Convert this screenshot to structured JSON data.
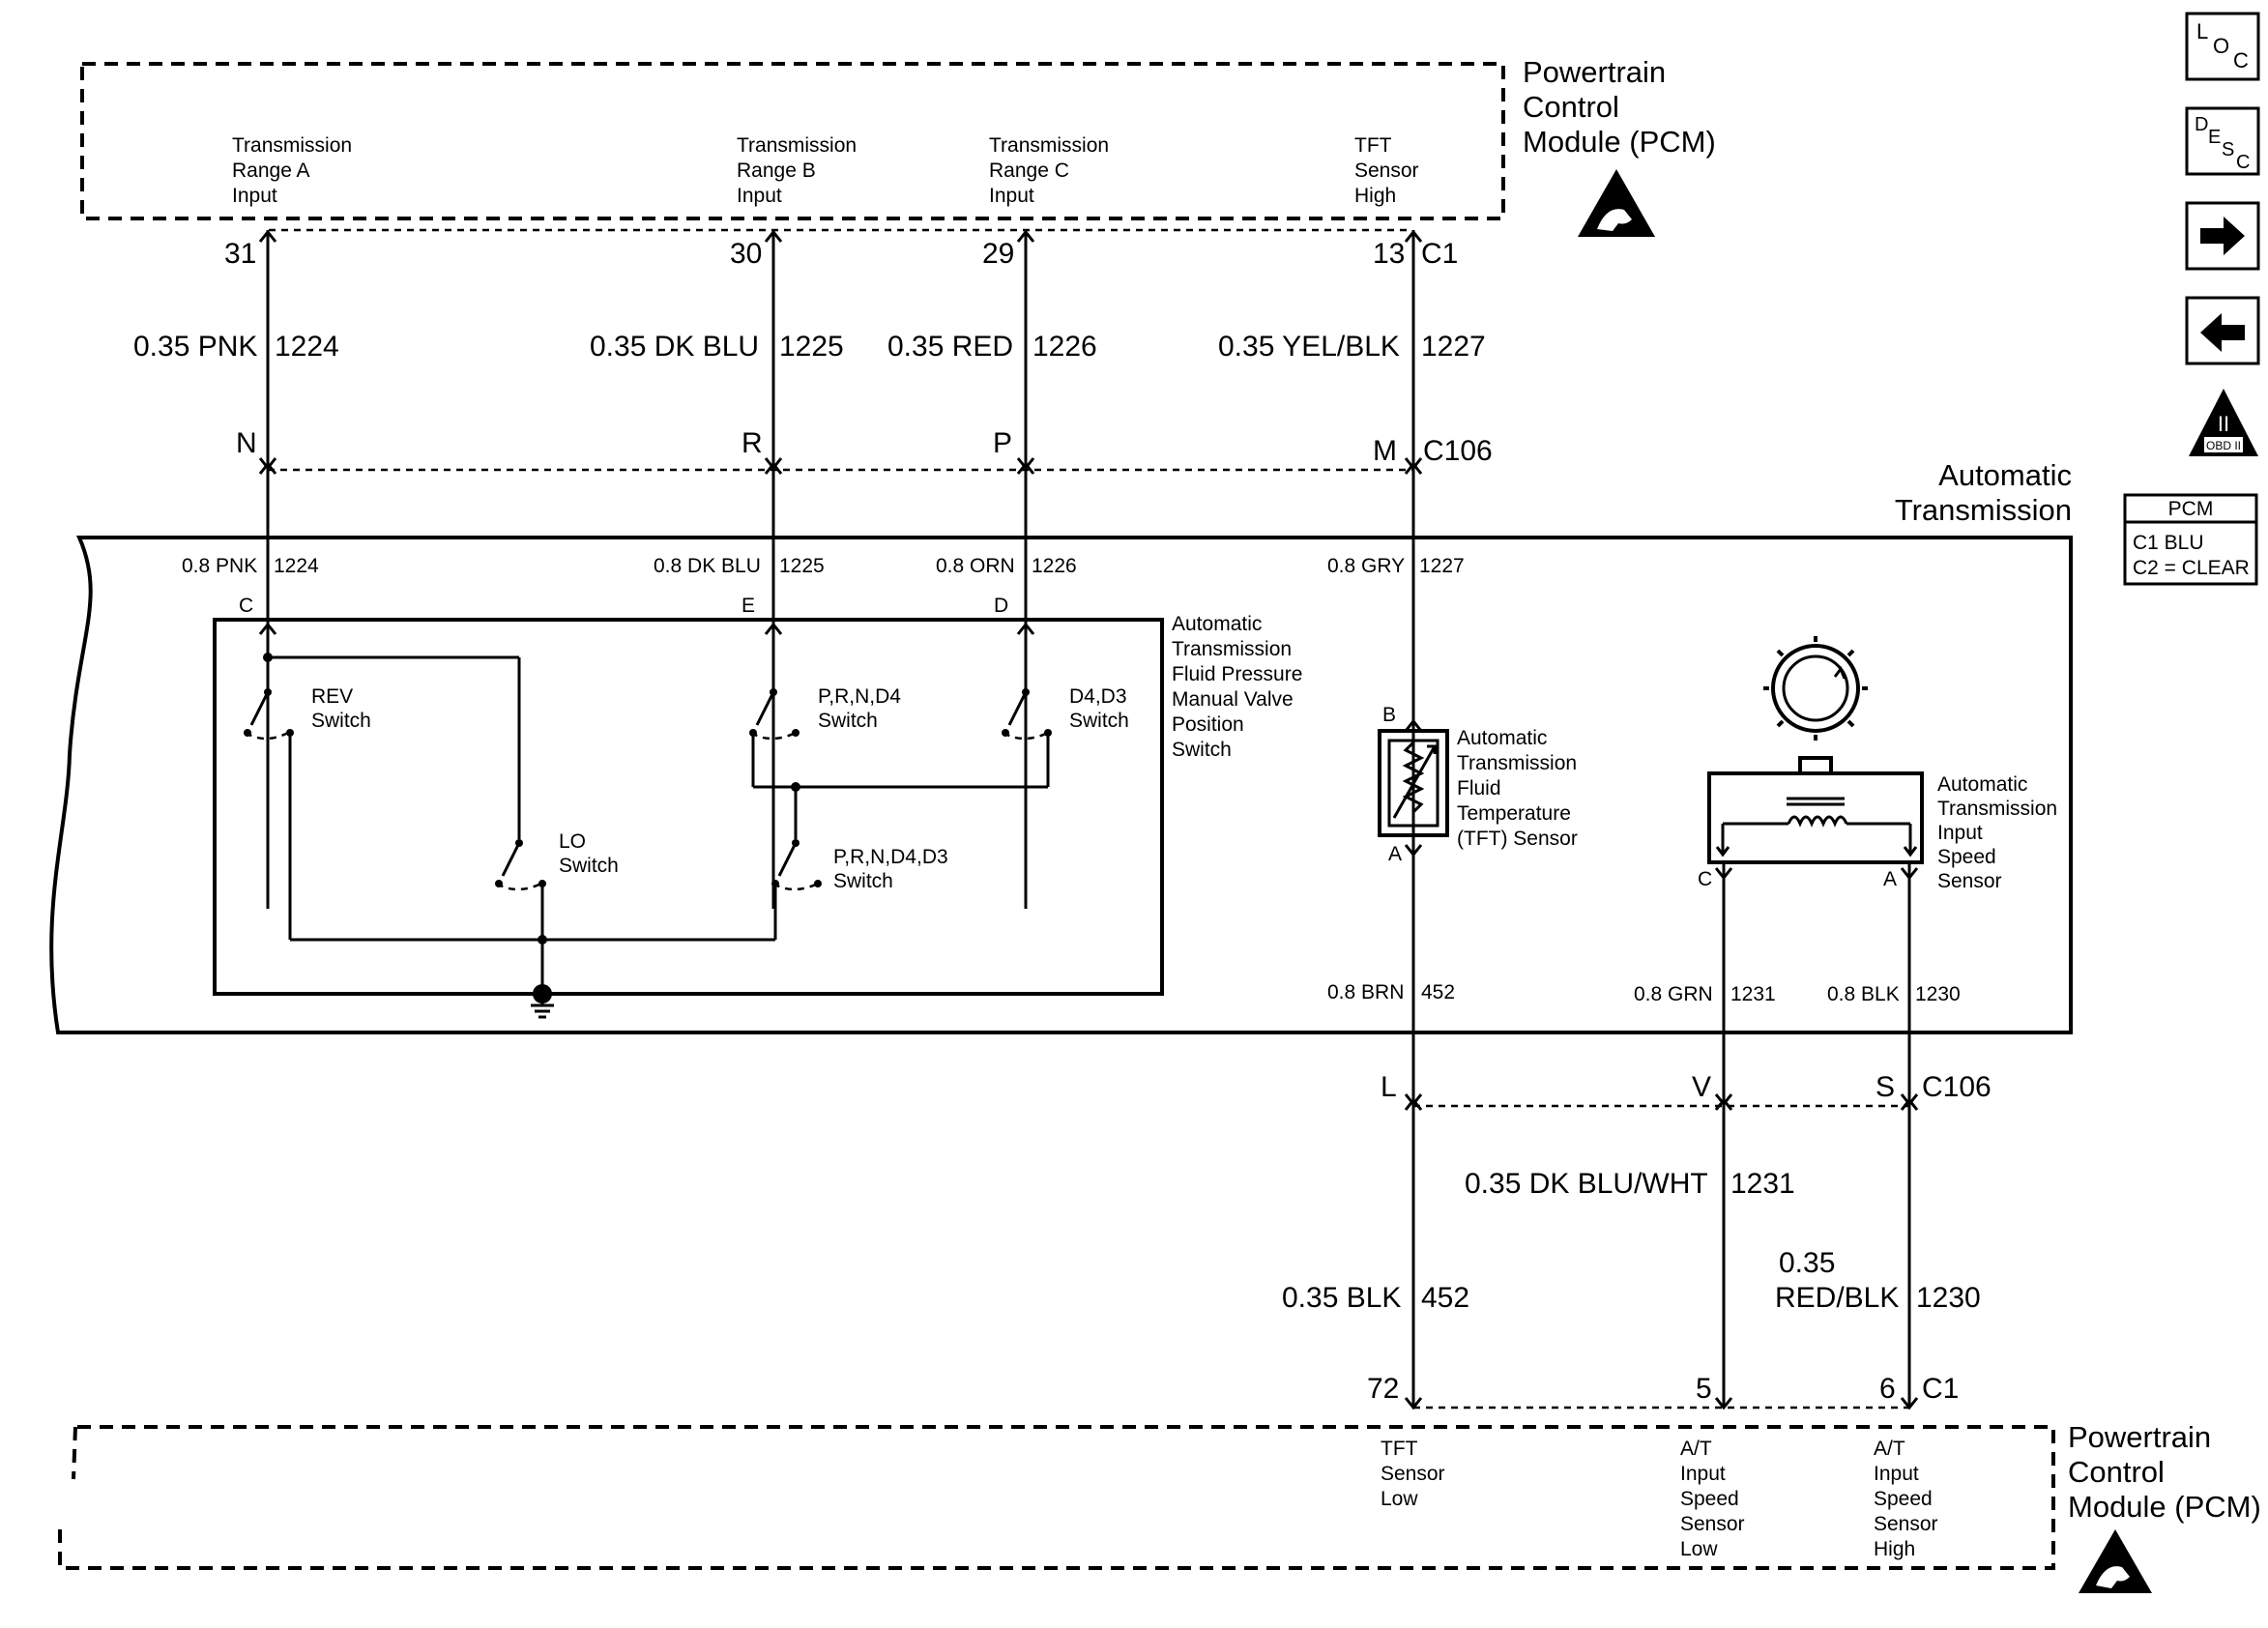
{
  "pcm_top": {
    "title": [
      "Powertrain",
      "Control",
      "Module (PCM)"
    ],
    "pins": [
      {
        "label": [
          "Transmission",
          "Range A",
          "Input"
        ],
        "pin": "31",
        "wire": "0.35 PNK",
        "circuit": "1224",
        "c106": "N"
      },
      {
        "label": [
          "Transmission",
          "Range B",
          "Input"
        ],
        "pin": "30",
        "wire": "0.35 DK BLU",
        "circuit": "1225",
        "c106": "R"
      },
      {
        "label": [
          "Transmission",
          "Range C",
          "Input"
        ],
        "pin": "29",
        "wire": "0.35 RED",
        "circuit": "1226",
        "c106": "P"
      },
      {
        "label": [
          "TFT",
          "Sensor",
          "High"
        ],
        "pin": "13",
        "wire": "0.35 YEL/BLK",
        "circuit": "1227",
        "c106": "M"
      }
    ],
    "connector": "C1",
    "c106_label": "C106"
  },
  "transmission": {
    "title": [
      "Automatic",
      "Transmission"
    ],
    "wires": [
      {
        "wire": "0.8 PNK",
        "circuit": "1224",
        "pin": "C"
      },
      {
        "wire": "0.8 DK BLU",
        "circuit": "1225",
        "pin": "E"
      },
      {
        "wire": "0.8 ORN",
        "circuit": "1226",
        "pin": "D"
      },
      {
        "wire": "0.8 GRY",
        "circuit": "1227"
      }
    ],
    "switch_block": {
      "title": [
        "Automatic",
        "Transmission",
        "Fluid Pressure",
        "Manual Valve",
        "Position",
        "Switch"
      ],
      "rev": [
        "REV",
        "Switch"
      ],
      "lo": [
        "LO",
        "Switch"
      ],
      "prnd4": [
        "P,R,N,D4",
        "Switch"
      ],
      "d4d3": [
        "D4,D3",
        "Switch"
      ],
      "prnd4d3": [
        "P,R,N,D4,D3",
        "Switch"
      ]
    },
    "tft_sensor": {
      "title": [
        "Automatic",
        "Transmission",
        "Fluid",
        "Temperature",
        "(TFT) Sensor"
      ],
      "pin_top": "B",
      "pin_bottom": "A",
      "wire_bottom": "0.8 BRN",
      "circuit_bottom": "452"
    },
    "speed_sensor": {
      "title": [
        "Automatic",
        "Transmission",
        "Input",
        "Speed",
        "Sensor"
      ],
      "pin_c": "C",
      "pin_a": "A",
      "wire_c": "0.8 GRN",
      "circuit_c": "1231",
      "wire_a": "0.8 BLK",
      "circuit_a": "1230"
    }
  },
  "lower": {
    "c106_pins": [
      "L",
      "V",
      "S"
    ],
    "c106_label": "C106",
    "wire_452": "0.35 BLK",
    "circuit_452": "452",
    "wire_1231": "0.35 DK BLU/WHT",
    "circuit_1231": "1231",
    "wire_1230": [
      "0.35",
      "RED/BLK"
    ],
    "circuit_1230": "1230",
    "pcm_pins": [
      "72",
      "5",
      "6"
    ],
    "pcm_connector": "C1"
  },
  "pcm_bottom": {
    "title": [
      "Powertrain",
      "Control",
      "Module (PCM)"
    ],
    "labels": [
      [
        "TFT",
        "Sensor",
        "Low"
      ],
      [
        "A/T",
        "Input",
        "Speed",
        "Sensor",
        "Low"
      ],
      [
        "A/T",
        "Input",
        "Speed",
        "Sensor",
        "High"
      ]
    ]
  },
  "side_panel": {
    "loc": {
      "main": "L",
      "sub1": "O",
      "sub2": "C"
    },
    "desc": {
      "main": "D",
      "sub1": "E",
      "sub2": "S",
      "sub3": "C"
    },
    "obd_badge": {
      "numeral": "II",
      "text": "OBD II"
    },
    "pcm_table": {
      "header": "PCM",
      "rows": [
        "C1   BLU",
        "C2 = CLEAR"
      ]
    }
  },
  "icons": [
    "loc-icon",
    "desc-icon",
    "arrow-right-icon",
    "arrow-left-icon",
    "obd-ii-icon",
    "esd-warning-icon",
    "ground-icon",
    "gear-icon",
    "coil-icon",
    "thermistor-icon"
  ]
}
